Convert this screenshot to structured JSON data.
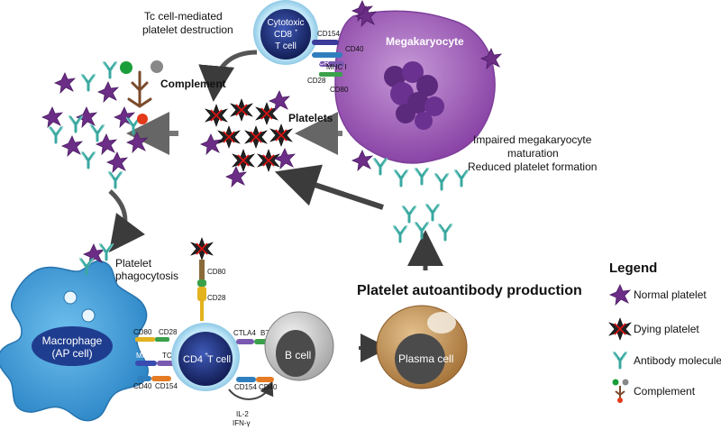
{
  "labels": {
    "tc_mediated_line1": "Tc cell-mediated",
    "tc_mediated_line2": "platelet destruction",
    "cd8_line1": "Cytotoxic",
    "cd8_line2": "CD8",
    "cd8_sup": "+",
    "cd8_line3": "T cell",
    "megakaryocyte": "Megakaryocyte",
    "complement_top": "Complement",
    "platelets": "Platelets",
    "impaired_line1": "Impaired megakaryocyte",
    "impaired_line2": "maturation",
    "impaired_line3": "Reduced platelet formation",
    "phago_line1": "Platelet",
    "phago_line2": "phagocytosis",
    "macrophage_line1": "Macrophage",
    "macrophage_line2": "(AP cell)",
    "cd4": "CD4",
    "cd4_sup": "+",
    "cd4_suffix": " T cell",
    "b_cell": "B cell",
    "plasma_cell": "Plasma cell",
    "autoantibody": "Platelet autoantibody production",
    "il2": "IL-2",
    "ifn": "IFN-γ"
  },
  "receptors": {
    "cd154_top": "CD154",
    "cd40_top": "CD40",
    "tcr_top": "TCR",
    "mhc1_top": "MHC I",
    "cd28_top": "CD28",
    "cd80_top": "CD80",
    "cd80_mid": "CD80",
    "cd28_mid": "CD28",
    "cd80_left": "CD80",
    "cd28_left": "CD28",
    "mhc2_left": "MHC II",
    "tcr_left": "TCR",
    "cd40_left": "CD40",
    "cd154_left": "CD154",
    "ctla4": "CTLA4",
    "b7": "B7",
    "cd154_right": "CD154",
    "cd40_right": "CD40"
  },
  "legend": {
    "title": "Legend",
    "items": [
      {
        "label": "Normal platelet",
        "icon": "normal-platelet-icon"
      },
      {
        "label": "Dying platelet",
        "icon": "dying-platelet-icon"
      },
      {
        "label": "Antibody molecule",
        "icon": "antibody-icon"
      },
      {
        "label": "Complement",
        "icon": "complement-icon"
      }
    ]
  },
  "colors": {
    "platelet": "#6b2d86",
    "dying_platelet": "#2a2a2a",
    "antibody": "#3aa8a0",
    "megakaryocyte": "#9c5bb5",
    "macrophage": "#3d9bd8",
    "t_cell": "#1f2f7a",
    "b_cell": "#6f6f6f",
    "plasma_cell": "#c0945a",
    "arrow": "#3b3b3b"
  }
}
